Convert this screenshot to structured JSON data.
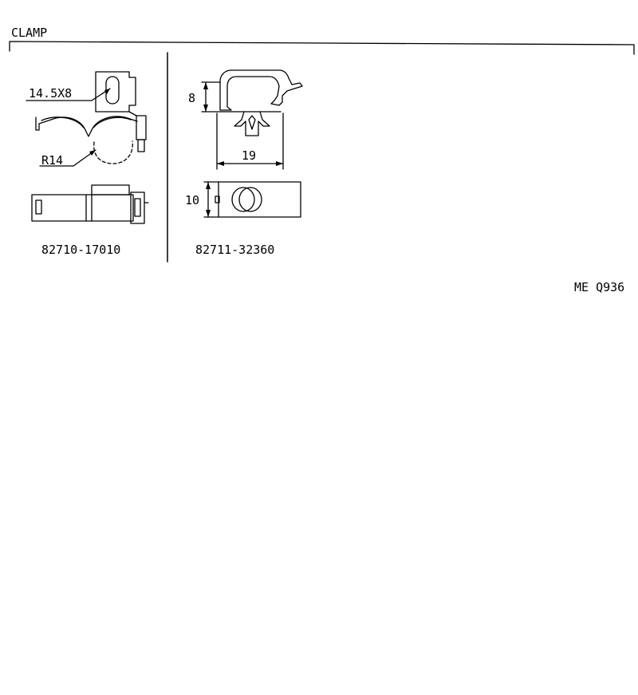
{
  "section_title": "CLAMP",
  "page_code": "ME Q936",
  "clamp_left": {
    "part_number": "82710-17010",
    "hole_label": "14.5X8",
    "radius_label": "R14"
  },
  "clamp_right": {
    "part_number": "82711-32360",
    "height_label": "8",
    "width_label": "19",
    "base_label": "10"
  }
}
